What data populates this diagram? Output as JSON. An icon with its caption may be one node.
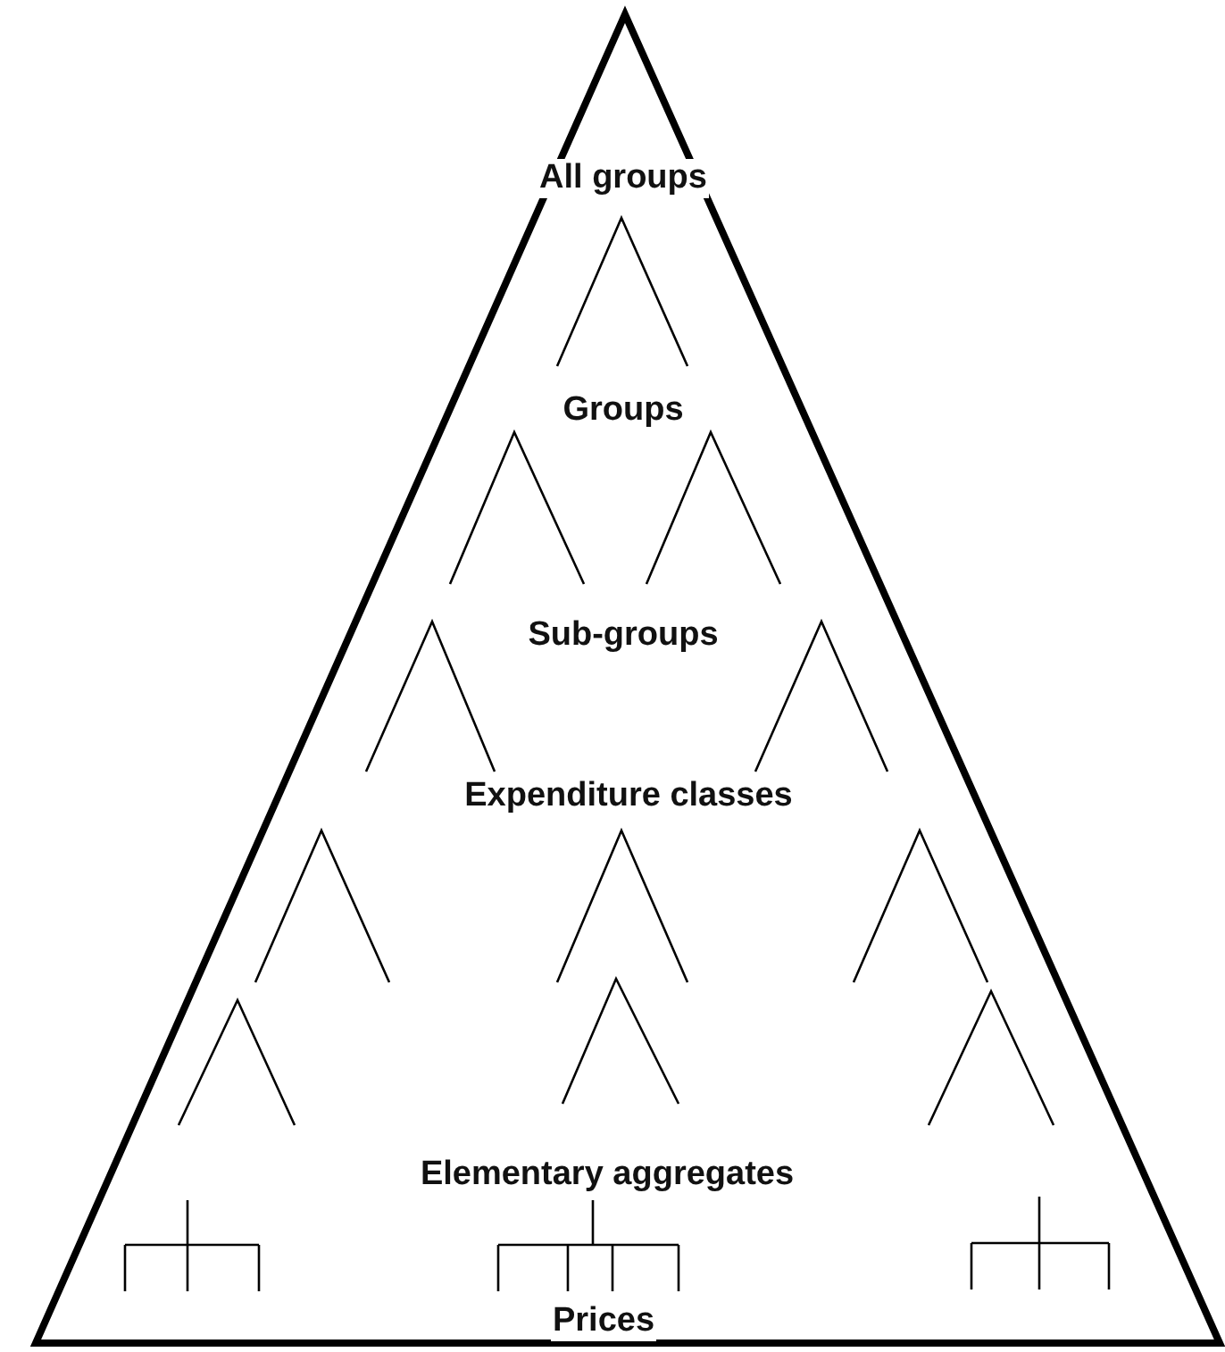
{
  "diagram": {
    "nodes": [
      {
        "text": [
          "All groups",
          "Groups",
          "Sub-groups",
          "Expenditure classes",
          "Elementary aggregates",
          "Prices"
        ]
      }
    ]
  }
}
